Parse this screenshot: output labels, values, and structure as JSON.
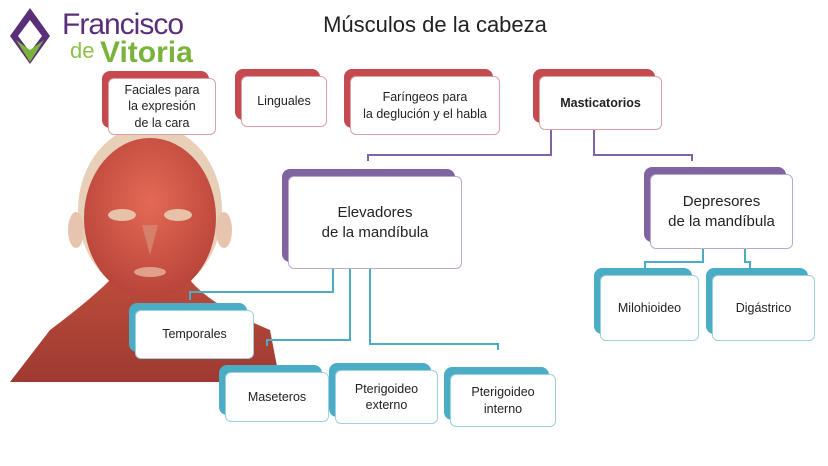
{
  "title": "Músculos  de la cabeza",
  "logo": {
    "line1": "Francisco",
    "line2a": "de",
    "line2b": "Vitoria"
  },
  "colors": {
    "red": "#c44a4f",
    "purple": "#8064a2",
    "teal": "#4bacc6"
  },
  "nodes": {
    "faciales": "Faciales para\nla expresión\nde la cara",
    "linguales": "Linguales",
    "faringeos": "Faríngeos para\nla deglución y el habla",
    "masticatorios": "Masticatorios",
    "elevadores": "Elevadores\nde la mandíbula",
    "depresores": "Depresores\nde la mandíbula",
    "temporales": "Temporales",
    "maseteros": "Maseteros",
    "pterigoideo_externo": "Pterigoideo\nexterno",
    "pterigoideo_interno": "Pterigoideo\ninterno",
    "milohioideo": "Milohioideo",
    "digastrico": "Digástrico"
  }
}
